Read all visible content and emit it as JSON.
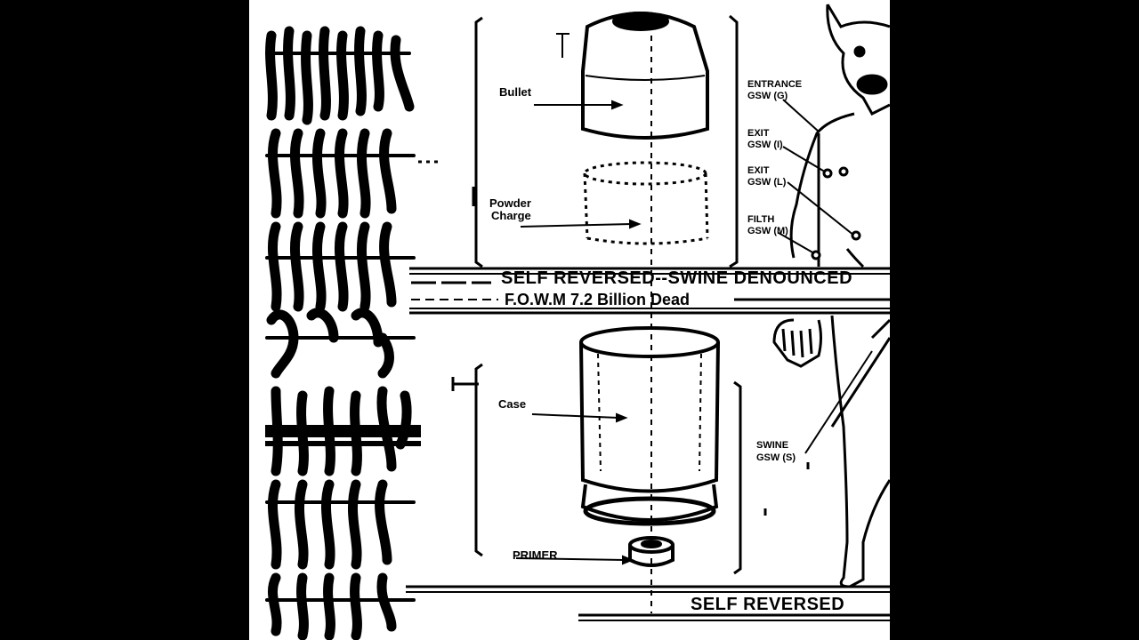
{
  "colors": {
    "background": "#000000",
    "art": "#ffffff",
    "ink": "#000000"
  },
  "labels": {
    "bullet": "Bullet",
    "powder": "Powder",
    "charge": "Charge",
    "case": "Case",
    "primer": "PRIMER",
    "entrance": "ENTRANCE",
    "entrance_gsw": "GSW (G)",
    "exit1": "EXIT",
    "exit1_gsw": "GSW (I)",
    "exit2": "EXIT",
    "exit2_gsw": "GSW (L)",
    "filth": "FILTH",
    "filth_gsw": "GSW (M)",
    "swine": "SWINE",
    "swine_gsw": "GSW (S)"
  },
  "banners": {
    "line1": "SELF REVERSED--SWINE DENOUNCED",
    "line2": "F.O.W.M 7.2 Billion Dead",
    "bottom": "SELF REVERSED"
  },
  "logo": {
    "icon": "blackletter-glitch-logo"
  }
}
